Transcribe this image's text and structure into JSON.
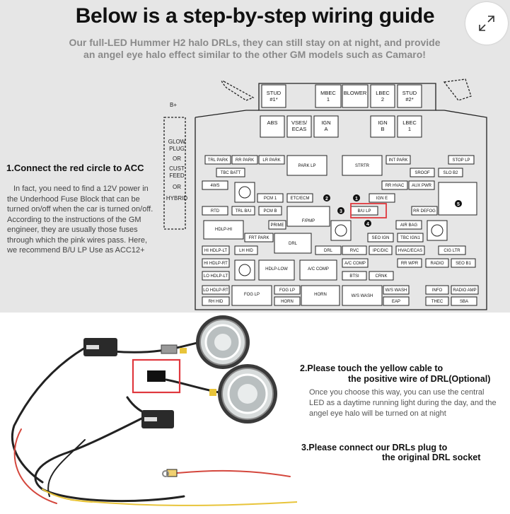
{
  "header": {
    "title": "Below is a step-by-step wiring guide",
    "subtitle_line1": "Our full-LED Hummer H2 halo DRLs, they can still stay on at night, and provide",
    "subtitle_line2": "an angel eye halo effect similar to the other GM models such as Camaro!",
    "expand_icon": "expand-icon"
  },
  "step1": {
    "title": "1.Connect the red circle to ACC",
    "body": "In fact, you need to find a 12V power in the Underhood Fuse Block that can be turned on/off when the car is turned on/off. According to the instructions of the GM engineer, they are usually those fuses through which the pink wires pass. Here, we recommend B/U LP Use as ACC12+"
  },
  "fuse_block": {
    "side_labels": [
      "B+",
      "GLOW PLUG",
      "OR",
      "CUST FEED",
      "OR",
      "HYBRID"
    ],
    "top_row": [
      "STUD #1*",
      "MBEC 1",
      "BLOWER",
      "LBEC 2",
      "STUD #2*"
    ],
    "second_row": [
      "ABS",
      "VSES/ ECAS",
      "IGN A",
      "IGN B",
      "LBEC 1"
    ],
    "left_col": [
      "TRL PARK",
      "RR PARK",
      "LR PARK",
      "TBC BATT",
      "4WS",
      "RTD",
      "TRL B/U",
      "PCM B",
      "HDLP-HI",
      "HI HDLP-LT",
      "LH HID",
      "HI HDLP-RT",
      "LO HDLP-LT",
      "LO HDLP-RT",
      "FOG LP",
      "RH HID",
      "FRT PARK",
      "PCM 1",
      "ETC/ECM",
      "F/PMP",
      "PRIME",
      "DRL",
      "HDLP-LOW",
      "A/C COMP",
      "HORN",
      "HORN"
    ],
    "right_col": [
      "PARK LP",
      "STRTR",
      "INT PARK",
      "STOP LP",
      "SROOF",
      "SLO B2",
      "RR HVAC",
      "AUX PWR",
      "IGN E",
      "B/U LP",
      "RR DEFOG",
      "AIR BAG",
      "SEO IGN",
      "TBC IGN1",
      "RVC",
      "IPC/DIC",
      "HVAC/ECAS",
      "CIG LTR",
      "RR WPR",
      "RADIO",
      "SEO B1",
      "BTSI",
      "CRNK",
      "W/S WASH",
      "INFO",
      "RADIO AMP",
      "W/S WASH",
      "EAP",
      "THEC",
      "SBA"
    ],
    "highlighted": "B/U LP",
    "relay_numbers": [
      "2",
      "1",
      "3",
      "4",
      "5"
    ]
  },
  "step2": {
    "title_line1": "2.Please touch the yellow cable to",
    "title_line2": "the positive wire of DRL(Optional)",
    "body": "Once you choose this way, you can use the central LED as a daytime running light during the day, and the angel eye halo will be turned on at night"
  },
  "step3": {
    "title_line1": "3.Please connect our DRLs plug to",
    "title_line2": "the original DRL socket"
  },
  "colors": {
    "top_bg": "#e6e6e6",
    "highlight_red": "#e0383e",
    "yellow_wire": "#e8c43a",
    "red_wire": "#d4473d"
  }
}
